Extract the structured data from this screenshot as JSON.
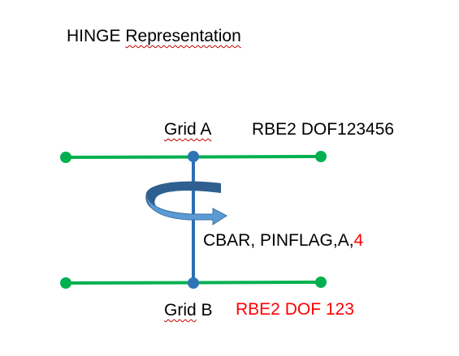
{
  "title": {
    "word1": "HINGE",
    "word2": "Representation"
  },
  "top": {
    "grid_label": "Grid A",
    "rbe2_label": "RBE2 DOF123456"
  },
  "middle": {
    "cbar_text": "CBAR, PINFLAG,A,",
    "pinflag_value": "4"
  },
  "bottom": {
    "grid_label_word": "Grid",
    "grid_label_letter": "B",
    "rbe2_label": "RBE2 DOF 123"
  },
  "colors": {
    "beam_line": "#00b050",
    "node_green": "#00b050",
    "grid_node": "#2e75b6",
    "vertical_bar": "#2e6db4",
    "rotation_arrow_dark": "#2f5f8f",
    "rotation_arrow_light": "#5b9bd5",
    "highlight_red": "#ff0000",
    "spell_underline": "#c00000"
  }
}
